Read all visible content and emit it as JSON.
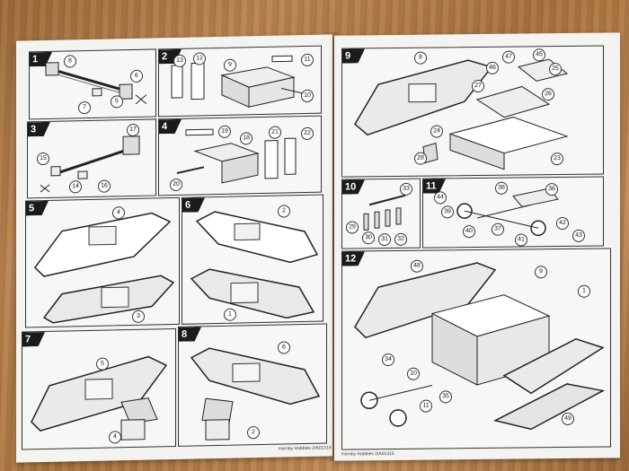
{
  "steps": [
    "1",
    "2",
    "3",
    "4",
    "5",
    "6",
    "7",
    "8",
    "9",
    "10",
    "11",
    "12"
  ],
  "parts": {
    "s1": [
      "8",
      "6",
      "7",
      "5"
    ],
    "s2": [
      "13",
      "12",
      "9",
      "11",
      "10"
    ],
    "s3": [
      "17",
      "15",
      "14",
      "16"
    ],
    "s4": [
      "19",
      "18",
      "21",
      "22",
      "20"
    ],
    "s5": [
      "4",
      "3"
    ],
    "s6": [
      "2",
      "1"
    ],
    "s7": [
      "5",
      "4"
    ],
    "s8": [
      "6",
      "2"
    ],
    "s9": [
      "8",
      "47",
      "45",
      "25",
      "46",
      "27",
      "26",
      "24",
      "28",
      "23"
    ],
    "s10": [
      "33",
      "29",
      "30",
      "31",
      "32"
    ],
    "s11": [
      "38",
      "44",
      "36",
      "39",
      "40",
      "37",
      "41",
      "42",
      "43"
    ],
    "s12": [
      "48",
      "9",
      "1",
      "34",
      "10",
      "35",
      "11",
      "49"
    ]
  },
  "footer": {
    "left": "Hornby Hobbies 2/A01315",
    "right": "Hornby Hobbies 2/A01315"
  }
}
